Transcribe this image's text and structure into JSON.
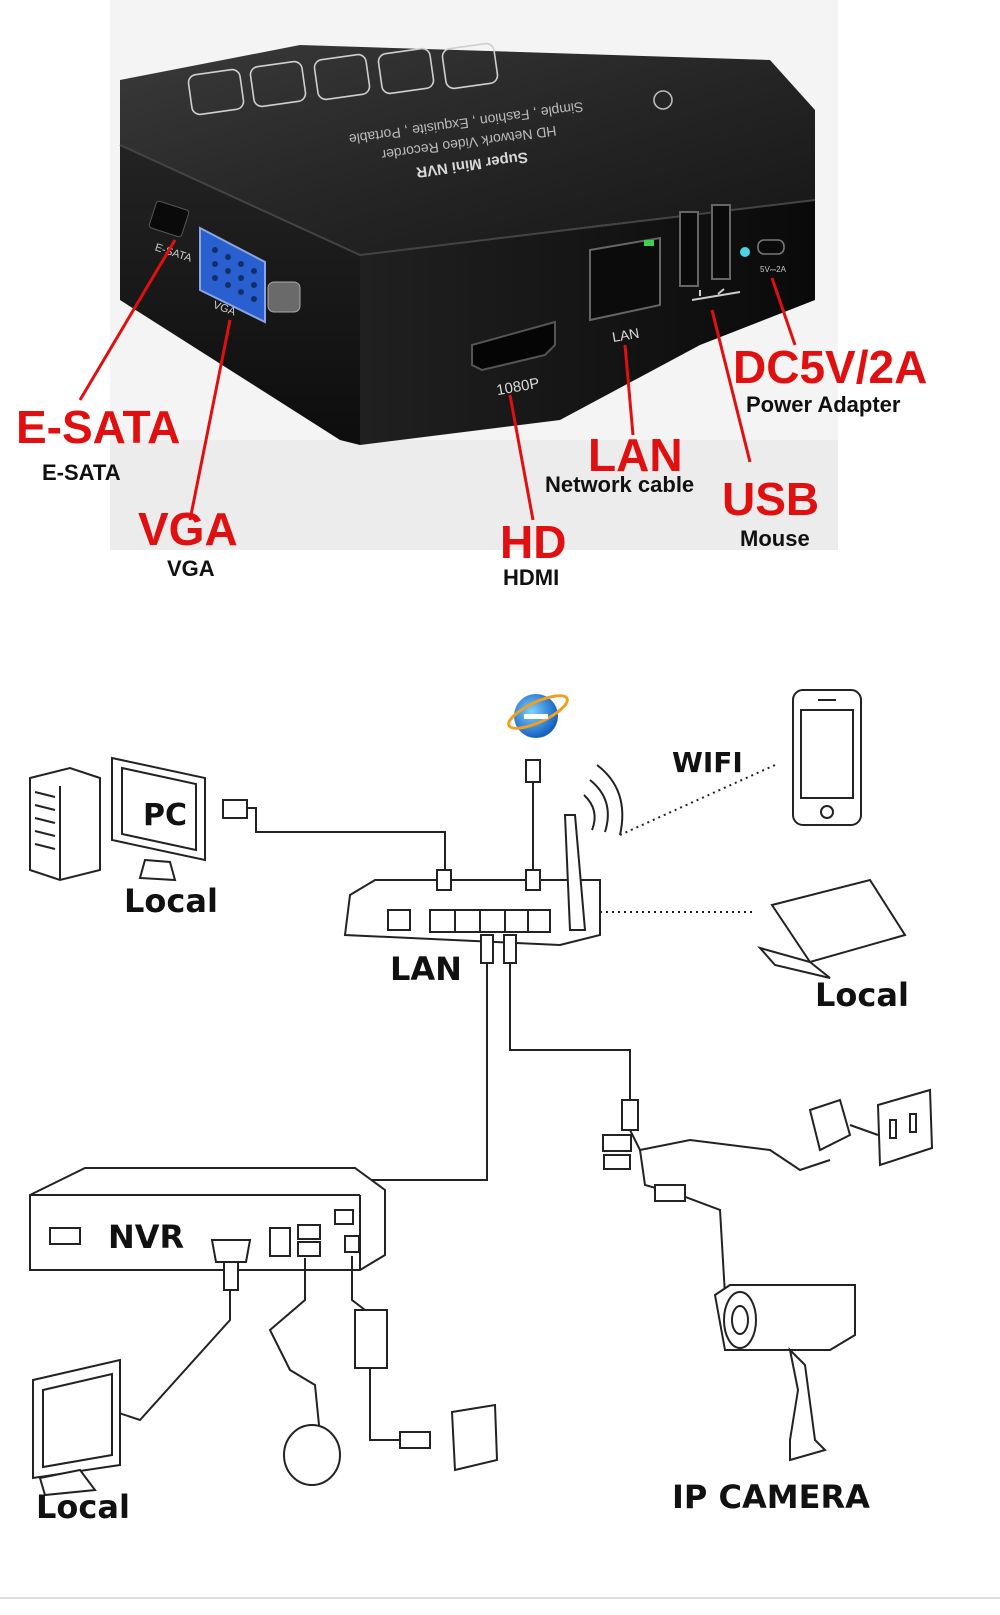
{
  "device": {
    "top_text": [
      "Super Mini NVR",
      "HD Network Video Recorder",
      "Simple , Fashion , Exquisite , Portable"
    ],
    "port_texts": {
      "esata": "E-SATA",
      "vga": "VGA",
      "hdmi": "1080P",
      "lan": "LAN",
      "power": "5V⎓2A"
    }
  },
  "callouts": [
    {
      "title": "E-SATA",
      "subtitle": "E-SATA"
    },
    {
      "title": "VGA",
      "subtitle": "VGA"
    },
    {
      "title": "HD",
      "subtitle": "HDMI"
    },
    {
      "title": "LAN",
      "subtitle": "Network cable"
    },
    {
      "title": "USB",
      "subtitle": "Mouse"
    },
    {
      "title": "DC5V/2A",
      "subtitle": "Power Adapter"
    }
  ],
  "colors": {
    "callout_red": "#e01010",
    "device_body": "#1c1c1c",
    "ie_blue": "#1f88e0"
  },
  "diagram": {
    "pc_label": "PC",
    "pc_local": "Local",
    "lan_label": "LAN",
    "wifi_label": "WIFI",
    "laptop_local": "Local",
    "nvr_label": "NVR",
    "monitor_local": "Local",
    "camera_label": "IP CAMERA"
  }
}
